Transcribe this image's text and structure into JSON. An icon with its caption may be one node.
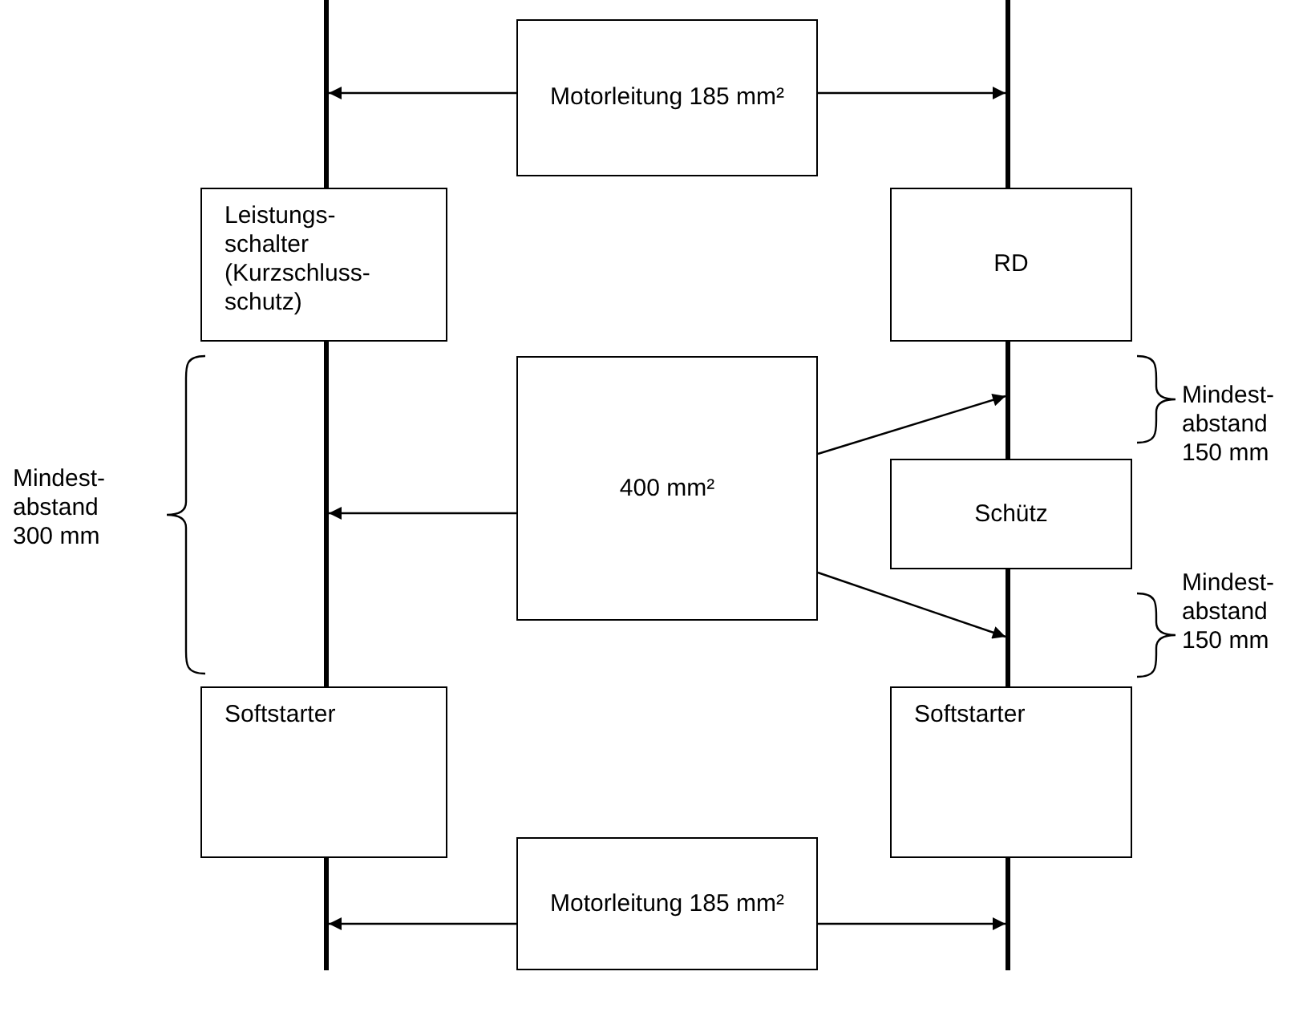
{
  "diagram": {
    "nodes": [
      {
        "text": [
          "Motorleitung 185 mm²"
        ]
      },
      {
        "text": [],
        "shape": "bar"
      },
      {
        "text": [],
        "shape": "bar"
      },
      {
        "text": [
          "Leistungs- schalter (Kurzschluss- schutz)"
        ]
      },
      {
        "text": [
          "RD"
        ]
      },
      {
        "text": [
          "400 mm²"
        ]
      },
      {
        "text": [
          "Schütz"
        ]
      },
      {
        "text": [
          "Softstarter"
        ]
      },
      {
        "text": [
          "Softstarter"
        ]
      },
      {
        "text": [
          "Motorleitung 185 mm²"
        ]
      }
    ],
    "edges": [
      {
        "from": 0,
        "to": 1,
        "arrow": "to"
      },
      {
        "from": 0,
        "to": 2,
        "arrow": "to"
      },
      {
        "from": 5,
        "to": 1,
        "arrow": "to"
      },
      {
        "from": 5,
        "to": 2,
        "arrow": "to"
      },
      {
        "from": 5,
        "to": 2,
        "arrow": "to"
      },
      {
        "from": 9,
        "to": 1,
        "arrow": "to"
      },
      {
        "from": 9,
        "to": 2,
        "arrow": "to"
      }
    ],
    "labels": [
      "Mindest- abstand 150 mm",
      "Mindest- abstand 300 mm",
      "Mindest- abstand 150 mm"
    ]
  }
}
